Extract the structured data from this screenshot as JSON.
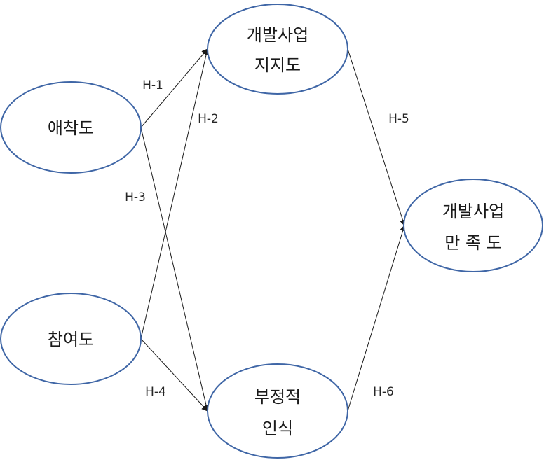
{
  "nodes": {
    "attachment": {
      "lines": [
        "애착도"
      ]
    },
    "participation": {
      "lines": [
        "참여도"
      ]
    },
    "support": {
      "lines": [
        "개발사업",
        "지지도"
      ]
    },
    "negative": {
      "lines": [
        "부정적",
        "인식"
      ]
    },
    "satisfaction": {
      "lines": [
        "개발사업",
        "만 족 도"
      ]
    }
  },
  "edges": [
    {
      "id": "h1",
      "from": "attachment",
      "to": "support",
      "label": "H-1"
    },
    {
      "id": "h2",
      "from": "participation",
      "to": "support",
      "label": "H-2"
    },
    {
      "id": "h3",
      "from": "attachment",
      "to": "negative",
      "label": "H-3"
    },
    {
      "id": "h4",
      "from": "participation",
      "to": "negative",
      "label": "H-4"
    },
    {
      "id": "h5",
      "from": "support",
      "to": "satisfaction",
      "label": "H-5"
    },
    {
      "id": "h6",
      "from": "negative",
      "to": "satisfaction",
      "label": "H-6"
    }
  ],
  "colors": {
    "node_border": "#3f66a6",
    "line": "#1a1a1a",
    "text": "#1a1a1a"
  }
}
